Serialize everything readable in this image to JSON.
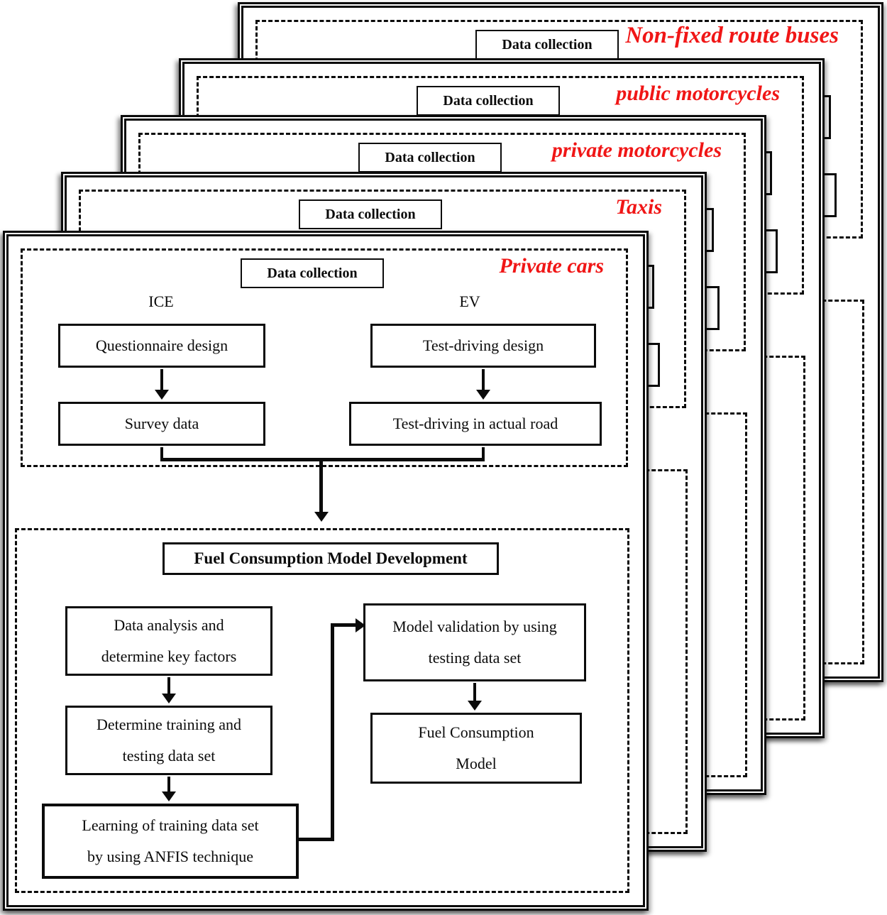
{
  "colors": {
    "accent_red": "#f01616",
    "line_black": "#0b0b0b"
  },
  "panels": [
    {
      "label": "Non-fixed route buses",
      "data_collection": "Data collection"
    },
    {
      "label": "public motorcycles",
      "data_collection": "Data collection"
    },
    {
      "label": "private motorcycles",
      "data_collection": "Data collection"
    },
    {
      "label": "Taxis",
      "data_collection": "Data collection"
    },
    {
      "label": "Private cars",
      "data_collection": "Data collection",
      "ice_label": "ICE",
      "ev_label": "EV",
      "questionnaire_design": "Questionnaire design",
      "survey_data": "Survey data",
      "test_driving_design": "Test-driving design",
      "test_driving_actual_road": "Test-driving in actual road",
      "model_dev_title": "Fuel Consumption Model Development",
      "data_analysis_line1": "Data analysis and",
      "data_analysis_line2": "determine key factors",
      "training_line1": "Determine training and",
      "training_line2": "testing data set",
      "learning_line1": "Learning of training data set",
      "learning_line2": "by using ANFIS technique",
      "validation_line1": "Model validation by using",
      "validation_line2": "testing data set",
      "fuel_model_line1": "Fuel Consumption",
      "fuel_model_line2": "Model"
    }
  ]
}
